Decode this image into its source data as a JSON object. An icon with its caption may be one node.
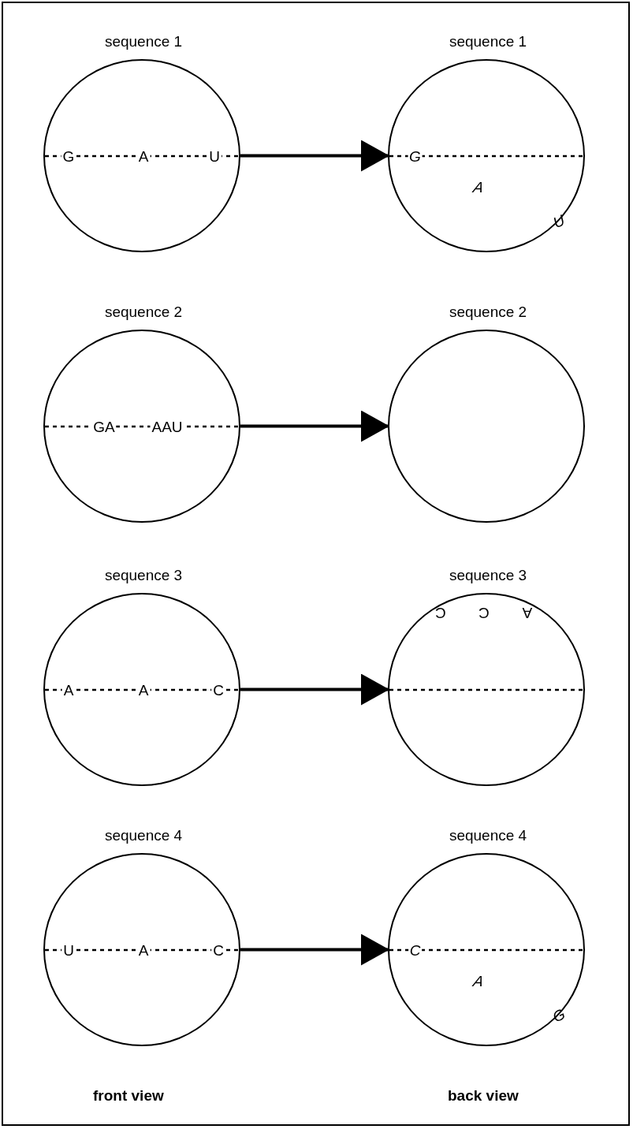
{
  "diagram": {
    "nodes": [
      {
        "text": [
          "sequence 1",
          "G",
          "A",
          "U"
        ]
      },
      {
        "text": [
          "sequence 1",
          "G",
          "A",
          "U"
        ]
      },
      {
        "text": [
          "sequence 2",
          "GA",
          "AAU"
        ]
      },
      {
        "text": [
          "sequence 2"
        ]
      },
      {
        "text": [
          "sequence 3",
          "A",
          "A",
          "C"
        ]
      },
      {
        "text": [
          "sequence 3",
          "C",
          "C",
          "A"
        ]
      },
      {
        "text": [
          "sequence 4",
          "U",
          "A",
          "C"
        ]
      },
      {
        "text": [
          "sequence 4",
          "C",
          "A",
          "G"
        ]
      }
    ],
    "edges": [
      {
        "from": 0,
        "to": 1,
        "arrow": "to"
      },
      {
        "from": 2,
        "to": 3,
        "arrow": "to"
      },
      {
        "from": 4,
        "to": 5,
        "arrow": "to"
      },
      {
        "from": 6,
        "to": 7,
        "arrow": "to"
      }
    ],
    "labels": [
      "front view",
      "back view"
    ]
  }
}
